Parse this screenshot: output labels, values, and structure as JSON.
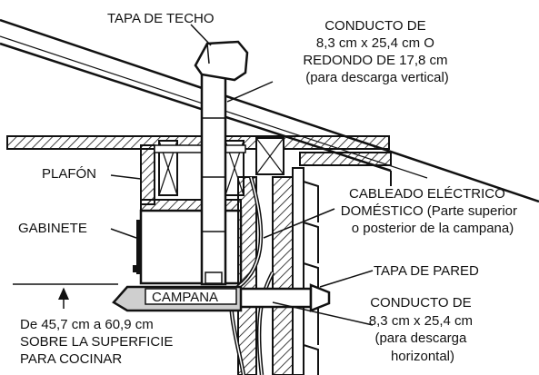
{
  "labels": {
    "roof_cap": "TAPA DE TECHO",
    "vertical_duct": [
      "CONDUCTO DE",
      "8,3 cm x 25,4 cm O",
      "REDONDO DE 17,8 cm",
      "(para descarga vertical)"
    ],
    "ceiling": "PLAFÓN",
    "cabinet": "GABINETE",
    "wiring": [
      "CABLEADO ELÉCTRICO",
      "DOMÉSTICO (Parte superior",
      "o posterior de la campana)"
    ],
    "wall_cap": "TAPA DE PARED",
    "hood": "CAMPANA",
    "horizontal_duct": [
      "CONDUCTO DE",
      "8,3 cm x 25,4 cm",
      "(para descarga",
      "horizontal)"
    ],
    "height": [
      "De 45,7 cm a 60,9 cm",
      "SOBRE LA SUPERFICIE",
      "PARA COCINAR"
    ]
  },
  "colors": {
    "line": "#111111",
    "background": "#ffffff"
  }
}
